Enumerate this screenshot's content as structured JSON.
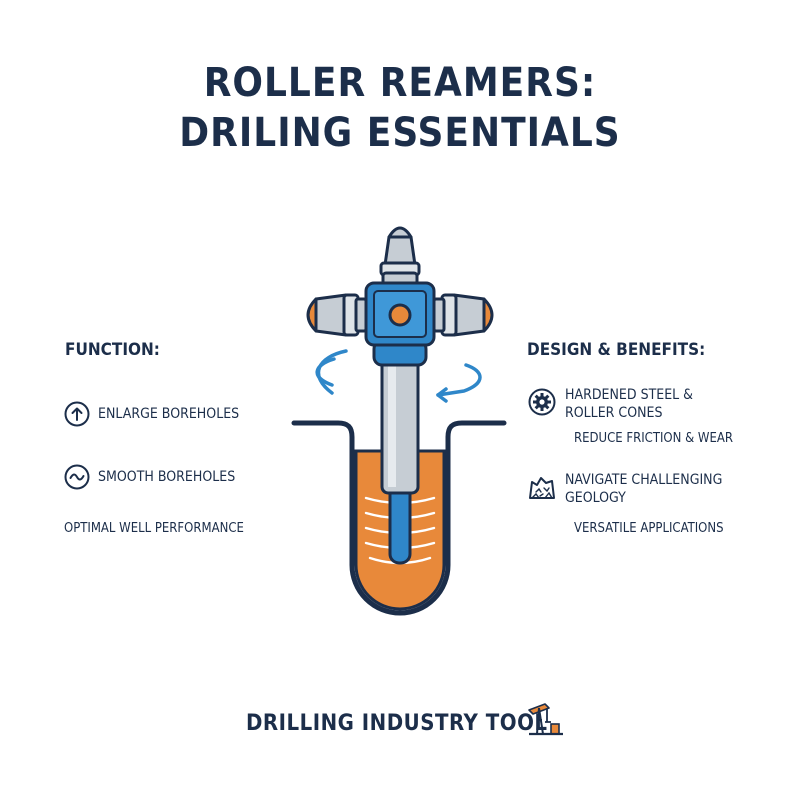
{
  "title": {
    "line1": "ROLLER REAMERS:",
    "line2": "DRILING ESSENTIALS"
  },
  "left": {
    "heading": "FUNCTION:",
    "items": [
      {
        "label": "ENLARGE BOREHOLES",
        "icon": "arrow-up-circle-icon"
      },
      {
        "label": "SMOOTH BOREHOLES",
        "icon": "wave-circle-icon"
      }
    ],
    "note": "OPTIMAL WELL PERFORMANCE"
  },
  "right": {
    "heading": "DESIGN & BENEFITS:",
    "items": [
      {
        "label_line1": "HARDENED STEEL &",
        "label_line2": "ROLLER CONES",
        "note": "REDUCE FRICTION & WEAR",
        "icon": "gear-icon"
      },
      {
        "label_line1": "NAVIGATE CHALLENGING",
        "label_line2": "GEOLOGY",
        "note": "VERSATILE APPLICATIONS",
        "icon": "rock-icon"
      }
    ]
  },
  "footer": {
    "text": "DRILLING INDUSTRY TOOL",
    "icon": "oil-derrick-icon"
  },
  "colors": {
    "navy": "#1c2e4a",
    "blue": "#2f87c9",
    "orange": "#e8893a",
    "steel": "#b9c1ca"
  }
}
